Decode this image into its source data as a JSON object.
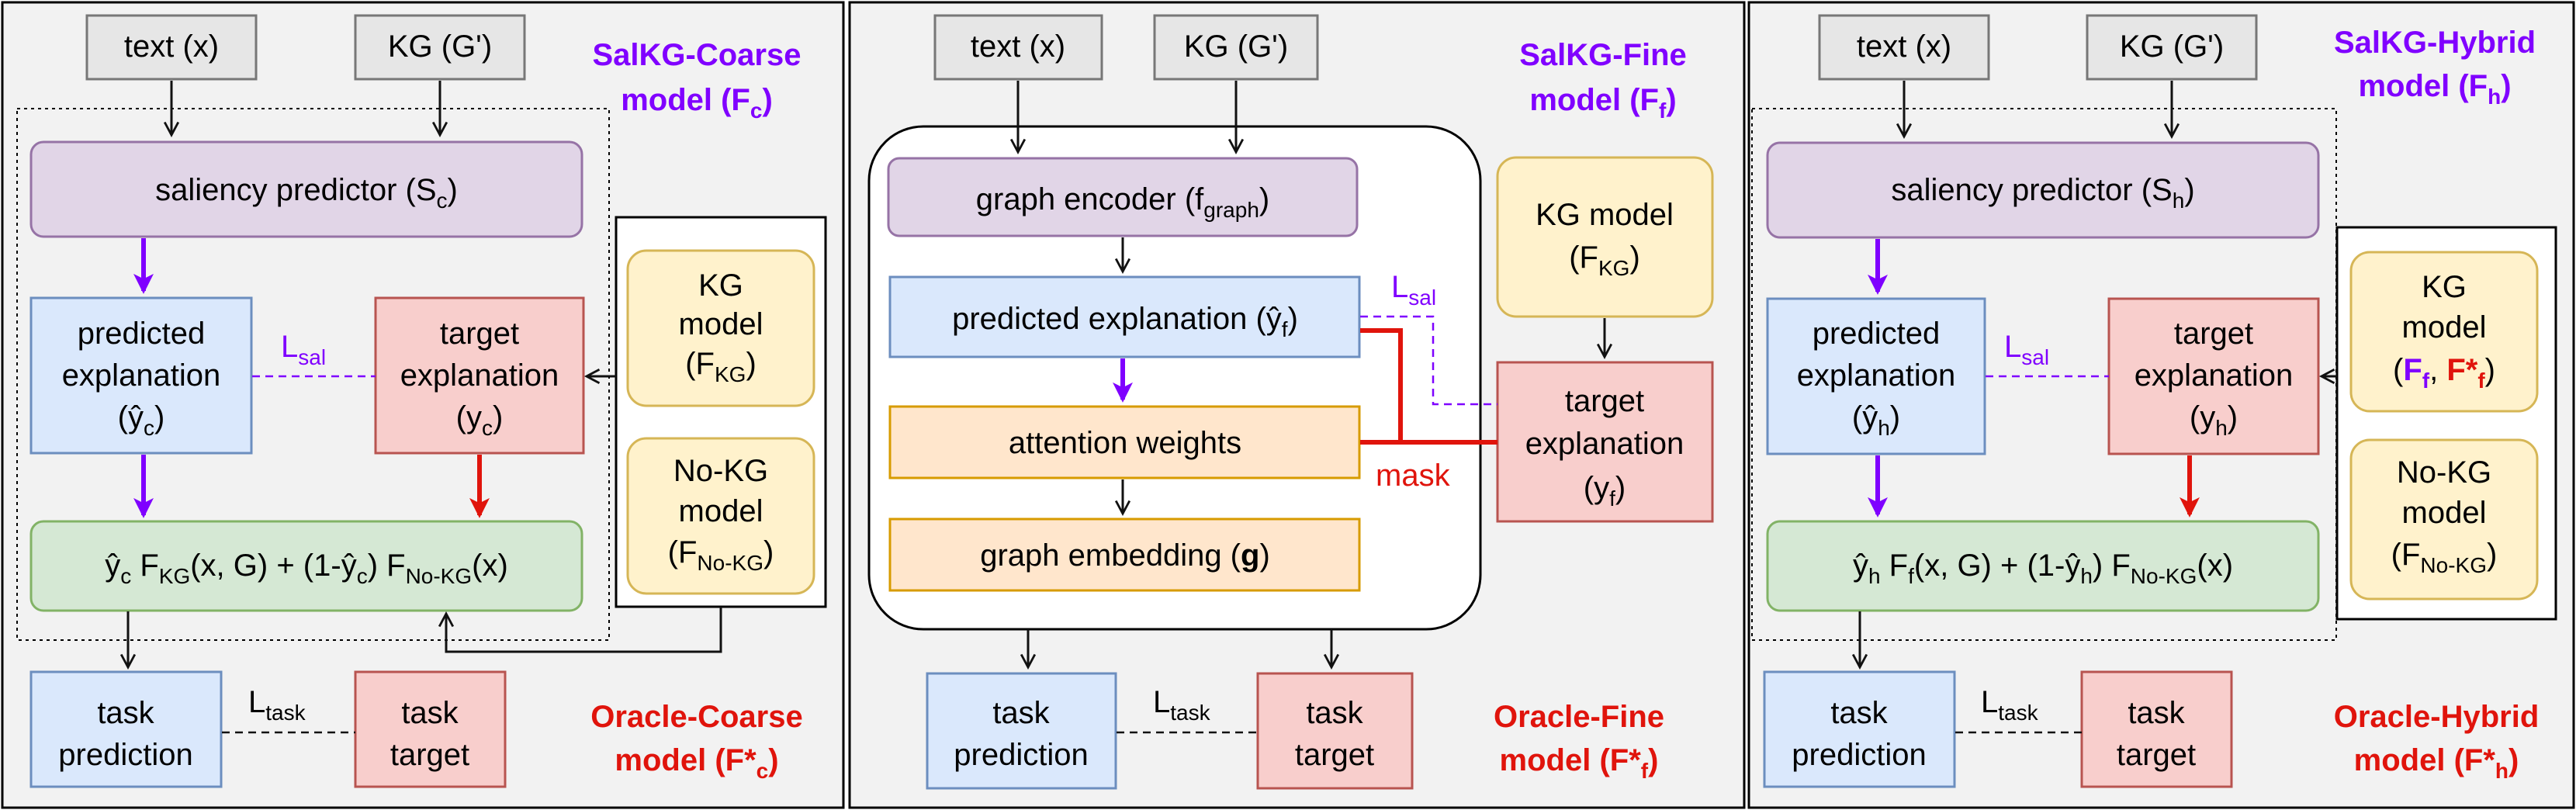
{
  "colors": {
    "panel_bg": "#f2f2f2",
    "gray_fill": "#e6e6e6",
    "gray_stroke": "#777777",
    "purple_fill": "#e1d5e7",
    "purple_stroke": "#9673a6",
    "blue_fill": "#dae8fc",
    "blue_stroke": "#6c8ebf",
    "red_fill": "#f8cecc",
    "red_stroke": "#b85450",
    "green_fill": "#d5e8d4",
    "green_stroke": "#82b366",
    "yellow_fill": "#fff2cc",
    "yellow_stroke": "#d6b656",
    "orange_fill": "#ffe6cc",
    "orange_stroke": "#d79b00",
    "violet_text": "#8000ff",
    "red_text": "#e0140c",
    "violet_arrow": "#7f00ff",
    "red_arrow": "#e0140c"
  },
  "coarse": {
    "title": [
      "SalKG-Coarse",
      "model (F",
      "c",
      ")"
    ],
    "text_input": "text (x)",
    "kg_input": "KG (G')",
    "saliency": [
      "saliency predictor (S",
      "c",
      ")"
    ],
    "predicted": [
      "predicted",
      "explanation",
      "(ŷ",
      "c",
      ")"
    ],
    "target": [
      "target",
      "explanation",
      "(y",
      "c",
      ")"
    ],
    "loss_sal": [
      "L",
      "sal"
    ],
    "kg_model": [
      "KG",
      "model",
      "(F",
      "KG",
      ")"
    ],
    "nokg_model": [
      "No-KG",
      "model",
      "(F",
      "No-KG",
      ")"
    ],
    "combine": [
      "ŷ",
      "c",
      " F",
      "KG",
      "(x, G) + (1-ŷ",
      "c",
      ") F",
      "No-KG",
      "(x)"
    ],
    "task_prediction": [
      "task",
      "prediction"
    ],
    "task_target": [
      "task",
      "target"
    ],
    "loss_task": [
      "L",
      "task"
    ],
    "oracle": [
      "Oracle-Coarse",
      "model (F*",
      "c",
      ")"
    ]
  },
  "fine": {
    "title": [
      "SalKG-Fine",
      "model (F",
      "f",
      ")"
    ],
    "text_input": "text (x)",
    "kg_input": "KG (G')",
    "graph_encoder": [
      "graph encoder (f",
      "graph",
      ")"
    ],
    "predicted": [
      "predicted explanation (ŷ",
      "f",
      ")"
    ],
    "attention": "attention weights",
    "graph_embedding": [
      "graph embedding (",
      "g",
      ")"
    ],
    "kg_model": [
      "KG model",
      "(F",
      "KG",
      ")"
    ],
    "target": [
      "target",
      "explanation",
      "(y",
      "f",
      ")"
    ],
    "loss_sal": [
      "L",
      "sal"
    ],
    "mask": "mask",
    "task_prediction": [
      "task",
      "prediction"
    ],
    "task_target": [
      "task",
      "target"
    ],
    "loss_task": [
      "L",
      "task"
    ],
    "oracle": [
      "Oracle-Fine",
      "model (F*",
      "f",
      ")"
    ]
  },
  "hybrid": {
    "title": [
      "SalKG-Hybrid",
      "model (F",
      "h",
      ")"
    ],
    "text_input": "text (x)",
    "kg_input": "KG (G')",
    "saliency": [
      "saliency predictor (S",
      "h",
      ")"
    ],
    "predicted": [
      "predicted",
      "explanation",
      "(ŷ",
      "h",
      ")"
    ],
    "target": [
      "target",
      "explanation",
      "(y",
      "h",
      ")"
    ],
    "loss_sal": [
      "L",
      "sal"
    ],
    "kg_model": [
      "KG",
      "model",
      "(",
      "F",
      "f",
      ", ",
      "F*",
      "f",
      ")"
    ],
    "nokg_model": [
      "No-KG",
      "model",
      "(F",
      "No-KG",
      ")"
    ],
    "combine": [
      "ŷ",
      "h",
      " F",
      "f",
      "(x, G) + (1-ŷ",
      "h",
      ") F",
      "No-KG",
      "(x)"
    ],
    "task_prediction": [
      "task",
      "prediction"
    ],
    "task_target": [
      "task",
      "target"
    ],
    "loss_task": [
      "L",
      "task"
    ],
    "oracle": [
      "Oracle-Hybrid",
      "model (F*",
      "h",
      ")"
    ]
  }
}
